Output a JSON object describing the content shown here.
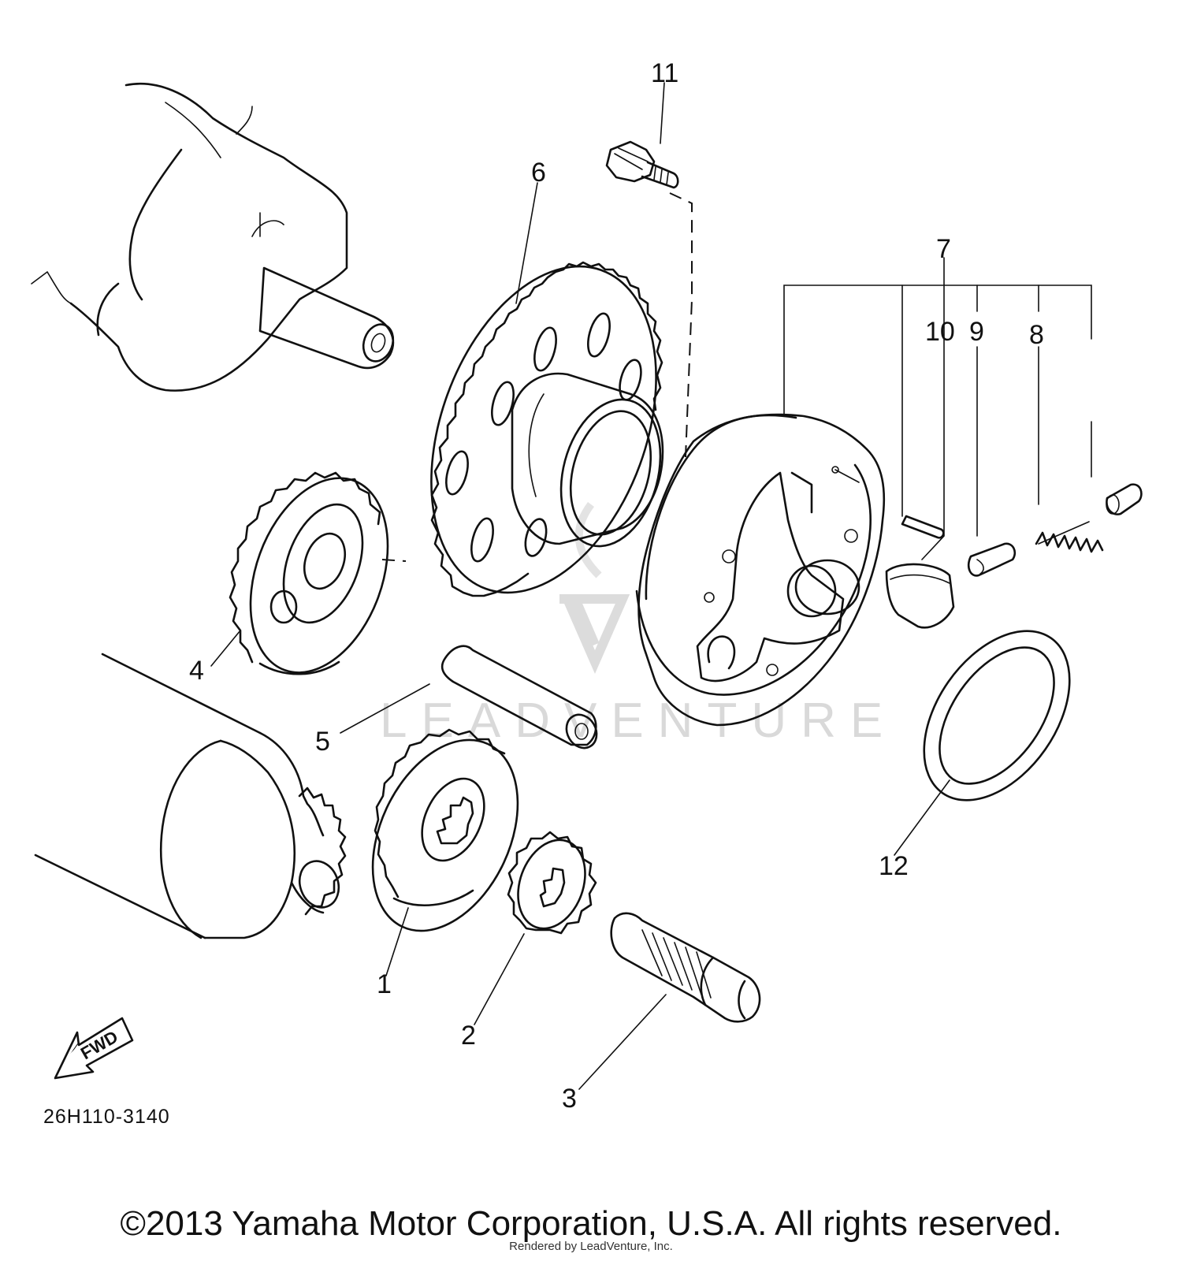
{
  "diagram": {
    "watermark": "LEADVENTURE",
    "diagram_code": "26H110-3140",
    "fwd_label": "FWD",
    "callouts": {
      "c1": "1",
      "c2": "2",
      "c3": "3",
      "c4": "4",
      "c5": "5",
      "c6": "6",
      "c7": "7",
      "c8": "8",
      "c9": "9",
      "c10": "10",
      "c11": "11",
      "c12": "12"
    }
  },
  "footer": {
    "copyright": "©2013 Yamaha Motor Corporation, U.S.A. All rights reserved.",
    "rendered_by": "Rendered by LeadVenture, Inc."
  }
}
